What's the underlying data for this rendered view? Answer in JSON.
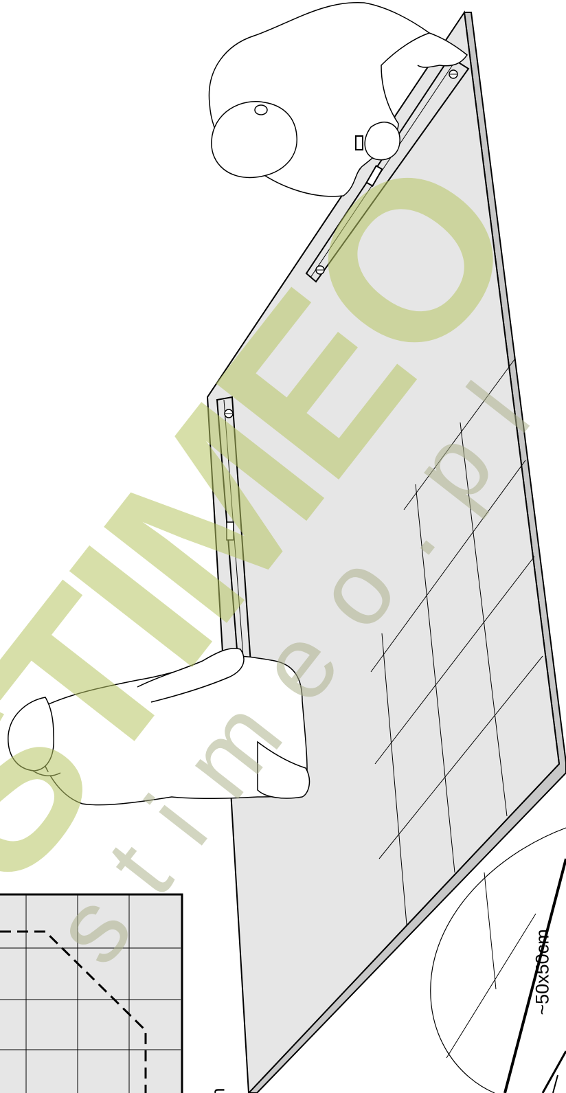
{
  "figure": {
    "tile_size_label": "~50x50cm",
    "cut_edge_fragment": "n"
  },
  "watermark": {
    "word": "STIMEO",
    "domain": "stimeo.pl",
    "color": "#b8c664"
  },
  "colors": {
    "board_fill": "#e6e6e6",
    "outline": "#000000",
    "background": "#ffffff"
  }
}
